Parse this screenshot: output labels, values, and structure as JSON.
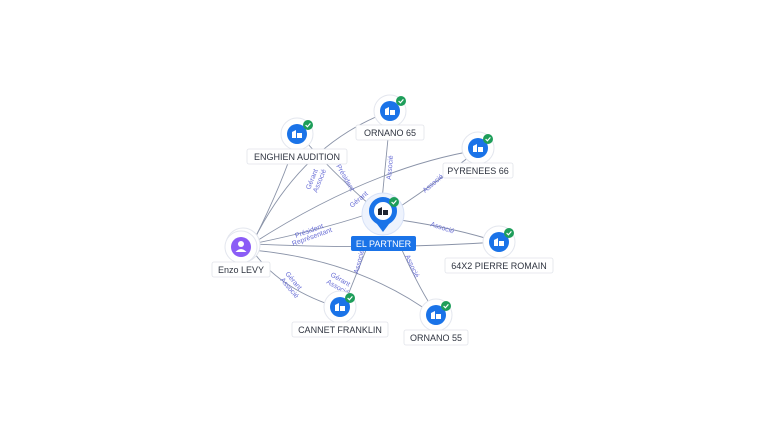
{
  "center": {
    "name": "EL PARTNER"
  },
  "person": {
    "name": "Enzo LEVY"
  },
  "companies": {
    "ornano65": "ORNANO 65",
    "enghien": "ENGHIEN AUDITION",
    "pyrenees": "PYRENEES 66",
    "pierre": "64X2 PIERRE ROMAIN",
    "ornano55": "ORNANO 55",
    "cannet": "CANNET FRANKLIN"
  },
  "edge_labels": {
    "associe": "Associé",
    "gerant": "Gérant",
    "president": "Président",
    "representant": "Représentant"
  },
  "colors": {
    "company": "#1a73e8",
    "person": "#8b5cf6",
    "verified": "#1e9e5a",
    "edge_label": "#6a6fd6"
  }
}
